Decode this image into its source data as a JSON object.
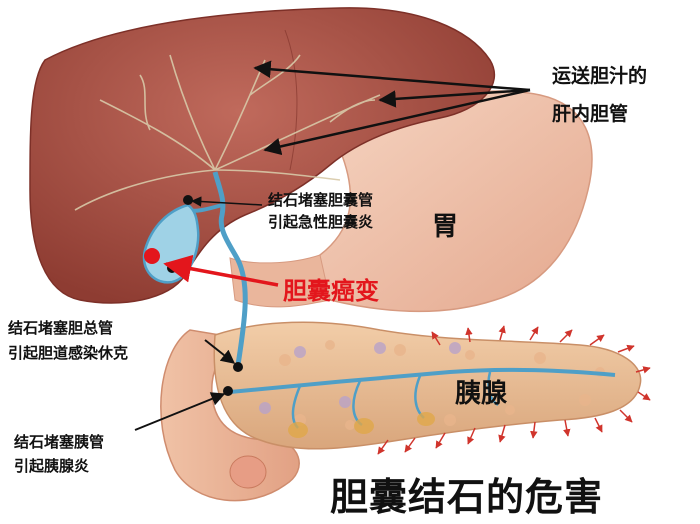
{
  "labels": {
    "bile_ducts_line1": "运送胆汁的",
    "bile_ducts_line2": "肝内胆管",
    "cystic_line1": "结石堵塞胆囊管",
    "cystic_line2": "引起急性胆囊炎",
    "stomach": "胃",
    "cancer": "胆囊癌变",
    "common_line1": "结石堵塞胆总管",
    "common_line2": "引起胆道感染休克",
    "pancreas": "胰腺",
    "pancreatic_line1": "结石堵塞胰管",
    "pancreatic_line2": "引起胰腺炎",
    "title": "胆囊结石的危害"
  },
  "colors": {
    "liver": "#a84f43",
    "stomach": "#efc3ad",
    "pancreas": "#ecbe98",
    "duct": "#4f9fc7",
    "stone": "#111111",
    "cancer": "#e3161c",
    "arrow": "#111111"
  }
}
